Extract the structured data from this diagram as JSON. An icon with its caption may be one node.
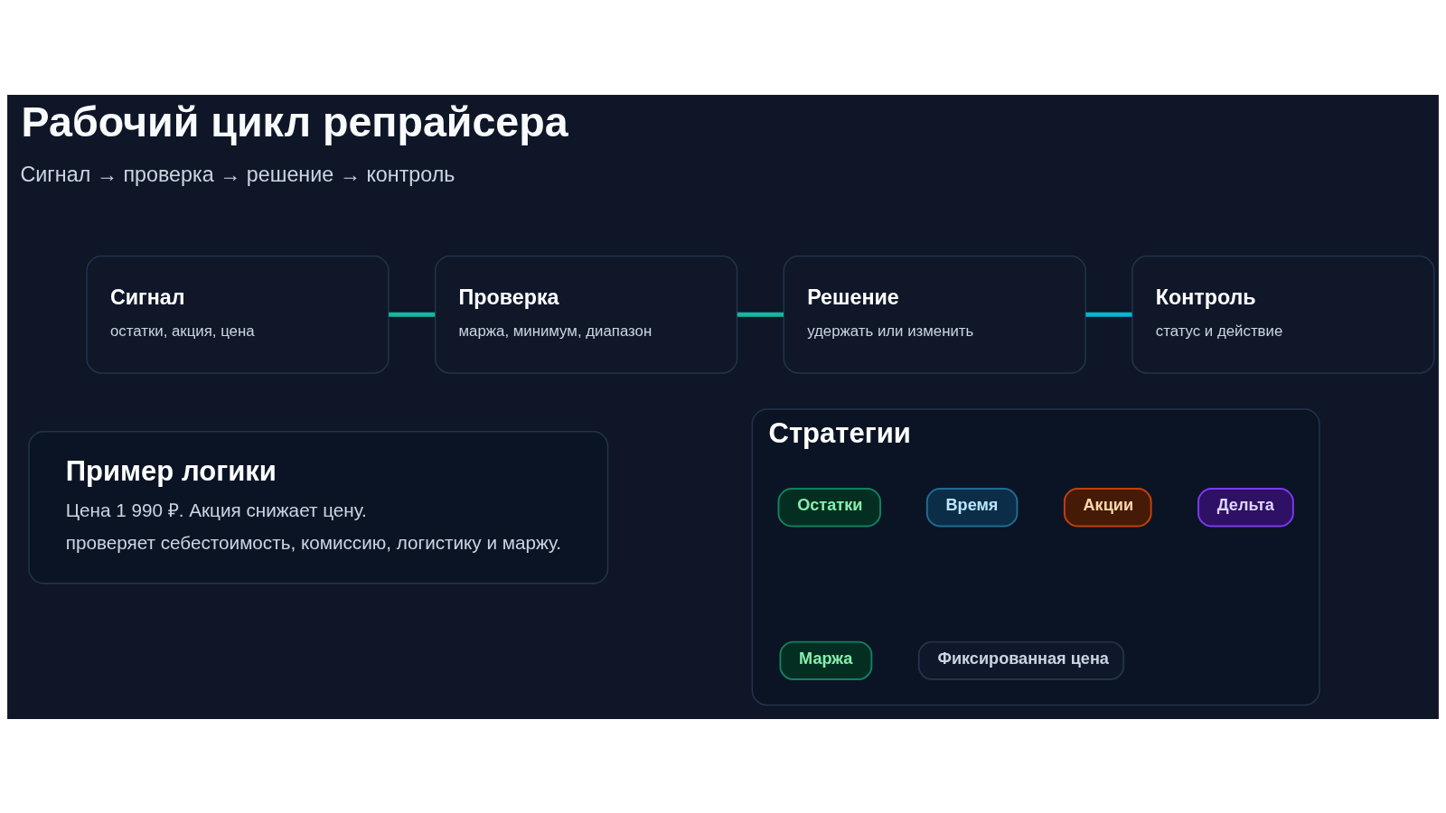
{
  "diagram": {
    "title": "Рабочий цикл репрайсера",
    "nodes": [
      {
        "text": [
          "Сигнал",
          "остатки, акция, цена"
        ]
      },
      {
        "text": [
          "Проверка",
          "маржа, минимум, диапазон"
        ]
      },
      {
        "text": [
          "Решение",
          "удержать или изменить"
        ]
      },
      {
        "text": [
          "Контроль",
          "статус и действие"
        ]
      },
      {
        "text": [
          "Пример логики",
          "Цена 1 990 ₽. Акция снижает цену.",
          "проверяет себестоимость, комиссию, логистику и маржу."
        ]
      },
      {
        "text": [
          "Стратегии"
        ]
      },
      {
        "text": [
          "Остатки"
        ],
        "in": 5
      },
      {
        "text": [
          "Время"
        ],
        "in": 5
      },
      {
        "text": [
          "Акции"
        ],
        "in": 5
      },
      {
        "text": [
          "Дельта"
        ],
        "in": 5
      },
      {
        "text": [
          "Маржа"
        ],
        "in": 5
      },
      {
        "text": [
          "Фиксированная цена"
        ],
        "in": 5
      }
    ],
    "edges": [
      {
        "from": 0,
        "to": 1,
        "arrow": "none"
      },
      {
        "from": 1,
        "to": 2,
        "arrow": "none"
      },
      {
        "from": 2,
        "to": 3,
        "arrow": "none",
        "color": "#06b6d4"
      }
    ],
    "labels": [
      "Сигнал → проверка → решение → контроль"
    ]
  }
}
